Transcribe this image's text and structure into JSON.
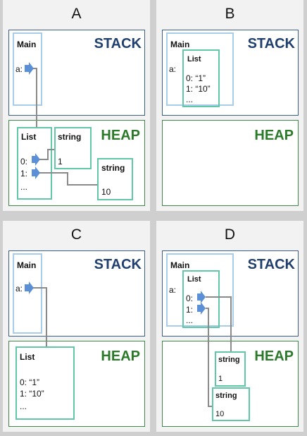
{
  "labels": {
    "stack": "STACK",
    "heap": "HEAP",
    "main": "Main",
    "list": "List",
    "string": "string",
    "var_a": "a:",
    "slot0": "0:",
    "slot1": "1:",
    "ellipsis": "...",
    "inline0": "0: “1”",
    "inline1": "1: “10”",
    "val1": "1",
    "val10": "10"
  },
  "panels": [
    {
      "letter": "A"
    },
    {
      "letter": "B"
    },
    {
      "letter": "C"
    },
    {
      "letter": "D"
    }
  ],
  "colors": {
    "stack_border": "#3b5f8a",
    "heap_border": "#3f8a48",
    "frame_border": "#a8cdea",
    "object_border": "#62c7a5",
    "pointer_fill": "#5b8fd6",
    "wire": "#8a8a8a"
  }
}
